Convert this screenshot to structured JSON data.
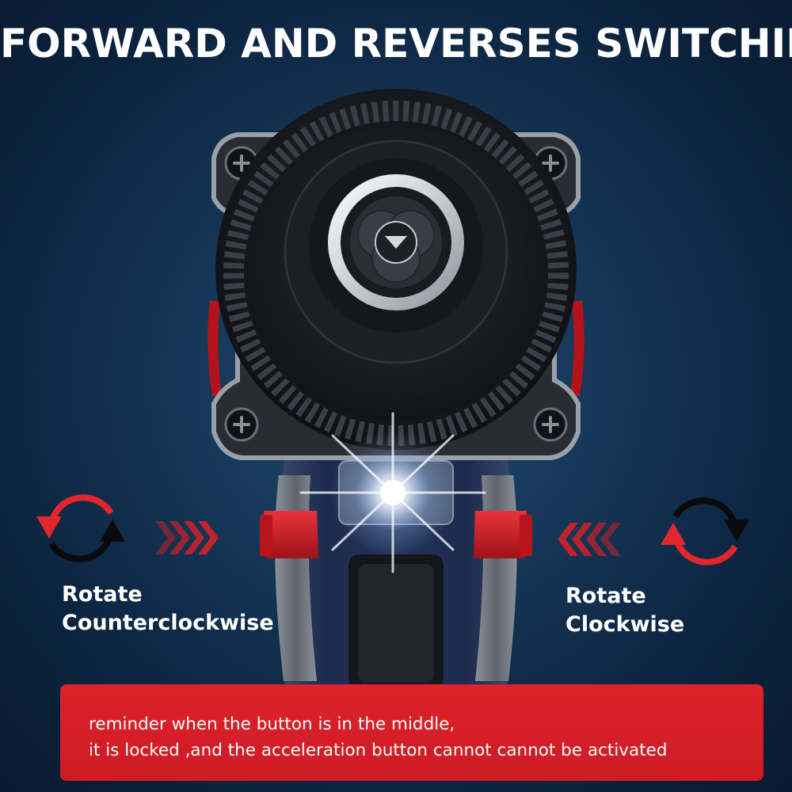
{
  "title": "FORWARD AND REVERSES SWITCHING",
  "left_label": {
    "line1": "Rotate",
    "line2": "Counterclockwise"
  },
  "right_label": {
    "line1": "Rotate",
    "line2": "Clockwise"
  },
  "notice": {
    "line1": "reminder when the button is in the middle,",
    "line2": "it is locked ,and the acceleration button cannot cannot be activated"
  },
  "icons": {
    "left_rotation": "counterclockwise-rotation-icon",
    "right_rotation": "clockwise-rotation-icon",
    "left_chevrons": "chevrons-right-icon",
    "right_chevrons": "chevrons-left-icon"
  },
  "colors": {
    "background": "#153656",
    "accent_red": "#d81e27",
    "text": "#ffffff"
  }
}
